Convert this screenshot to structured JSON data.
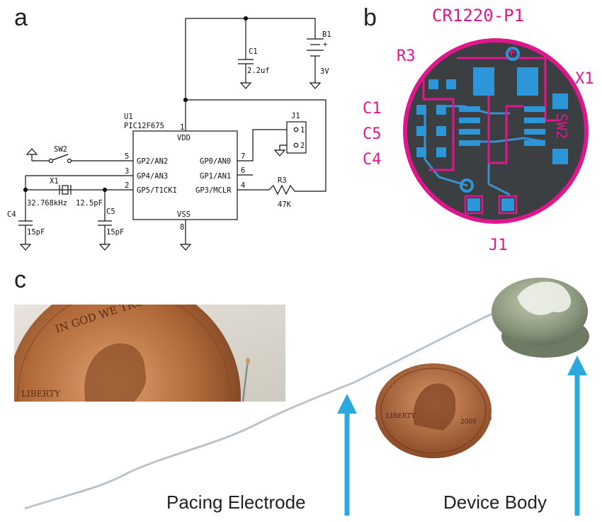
{
  "panels": {
    "a": "a",
    "b": "b",
    "c": "c"
  },
  "schematic": {
    "u1_ref": "U1",
    "u1_part": "PIC12F675",
    "vdd": "VDD",
    "vss": "VSS",
    "pin1": "1",
    "pin5": "5",
    "pin3": "3",
    "pin2": "2",
    "pin7": "7",
    "pin6": "6",
    "pin4": "4",
    "pin8": "8",
    "gp2": "GP2/AN2",
    "gp4": "GP4/AN3",
    "gp5": "GP5/T1CKI",
    "gp0": "GP0/AN0",
    "gp1": "GP1/AN1",
    "gp3": "GP3/MCLR",
    "sw2": "SW2",
    "x1": "X1",
    "x1_freq": "32.768kHz",
    "x1_cap": "12.5pF",
    "c4": "C4",
    "c4_val": "15pF",
    "c5": "C5",
    "c5_val": "15pF",
    "c1": "C1",
    "c1_val": "2.2uf",
    "b1": "B1",
    "b1_plus": "+",
    "b1_val": "3V",
    "j1": "J1",
    "j1_p1": "1",
    "j1_p2": "2",
    "r3": "R3",
    "r3_val": "47K"
  },
  "pcb": {
    "title": "CR1220-P1",
    "r3": "R3",
    "x1": "X1",
    "c1": "C1",
    "c5": "C5",
    "c4": "C4",
    "sw2": "SW2",
    "j1": "J1",
    "plus": "+"
  },
  "photo": {
    "coin_text_top": "IN GOD WE TRUST",
    "coin_text_liberty": "LIBERTY",
    "coin_year": "2009",
    "label_electrode": "Pacing Electrode",
    "label_body": "Device Body",
    "arrow_color": "#29a9e0"
  }
}
